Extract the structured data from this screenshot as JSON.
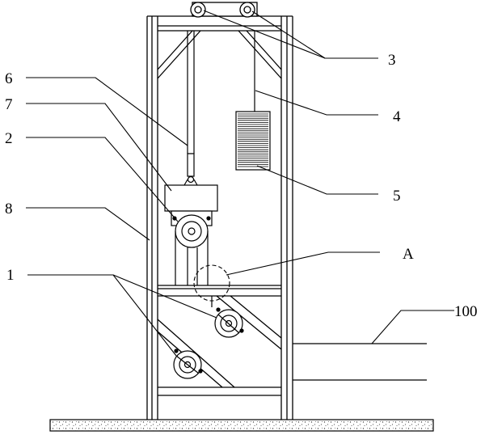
{
  "labels": {
    "l1": "1",
    "l2": "2",
    "l3": "3",
    "l4": "4",
    "l5": "5",
    "l6": "6",
    "l7": "7",
    "l8": "8",
    "lA": "A",
    "l100": "100"
  }
}
